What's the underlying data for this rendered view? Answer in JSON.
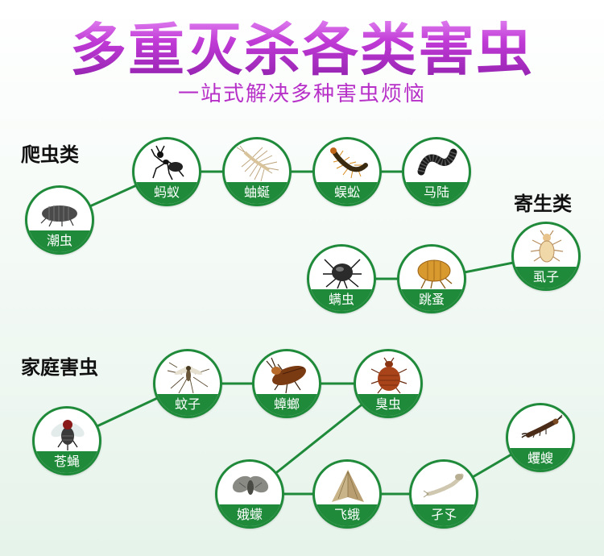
{
  "header": {
    "title": "多重灭杀各类害虫",
    "subtitle": "一站式解决多种害虫烦恼"
  },
  "sections": {
    "crawling": "爬虫类",
    "parasitic": "寄生类",
    "household": "家庭害虫"
  },
  "pests": {
    "chaochong": "潮虫",
    "mayi": "蚂蚁",
    "youyan": "蚰蜒",
    "wugong": "蜈蚣",
    "malu": "马陆",
    "manchong": "螨虫",
    "tiaozao": "跳蚤",
    "shizi": "虱子",
    "wenzi": "蚊子",
    "zhanglang": "蟑螂",
    "chouchong": "臭虫",
    "cangying": "苍蝇",
    "emeng": "娥蠓",
    "feie": "飞蛾",
    "jiejue": "孑孓",
    "qusou": "蠼螋"
  },
  "colors": {
    "accent_green": "#1f8a3a",
    "title_purple": "#b52ac7"
  }
}
